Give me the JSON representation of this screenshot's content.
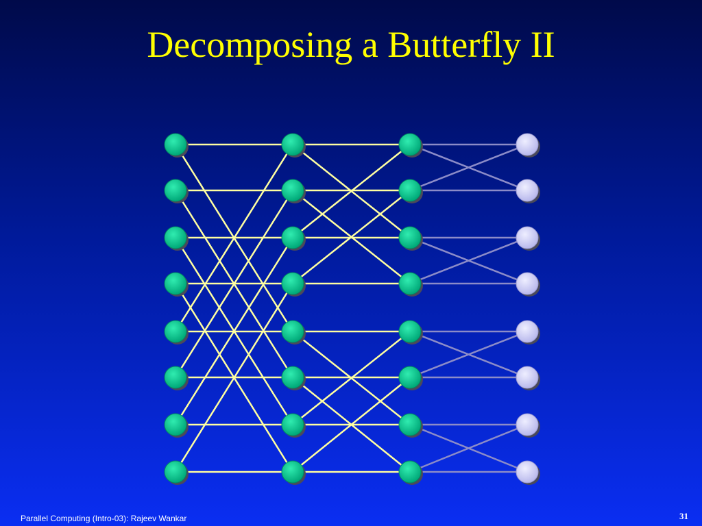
{
  "slide": {
    "title": "Decomposing a Butterfly II",
    "footer": "Parallel Computing (Intro-03): Rajeev Wankar",
    "page_number": "31"
  },
  "diagram": {
    "stages": 4,
    "rows": 8,
    "active_edge_color": "#ffffa0",
    "inactive_edge_color": "#8c8cc8",
    "active_node_color": "#00c88c",
    "inactive_node_color": "#d2d2f8",
    "active_stages": [
      0,
      1,
      2
    ],
    "cross_distance_per_gap": [
      4,
      2,
      1
    ]
  }
}
